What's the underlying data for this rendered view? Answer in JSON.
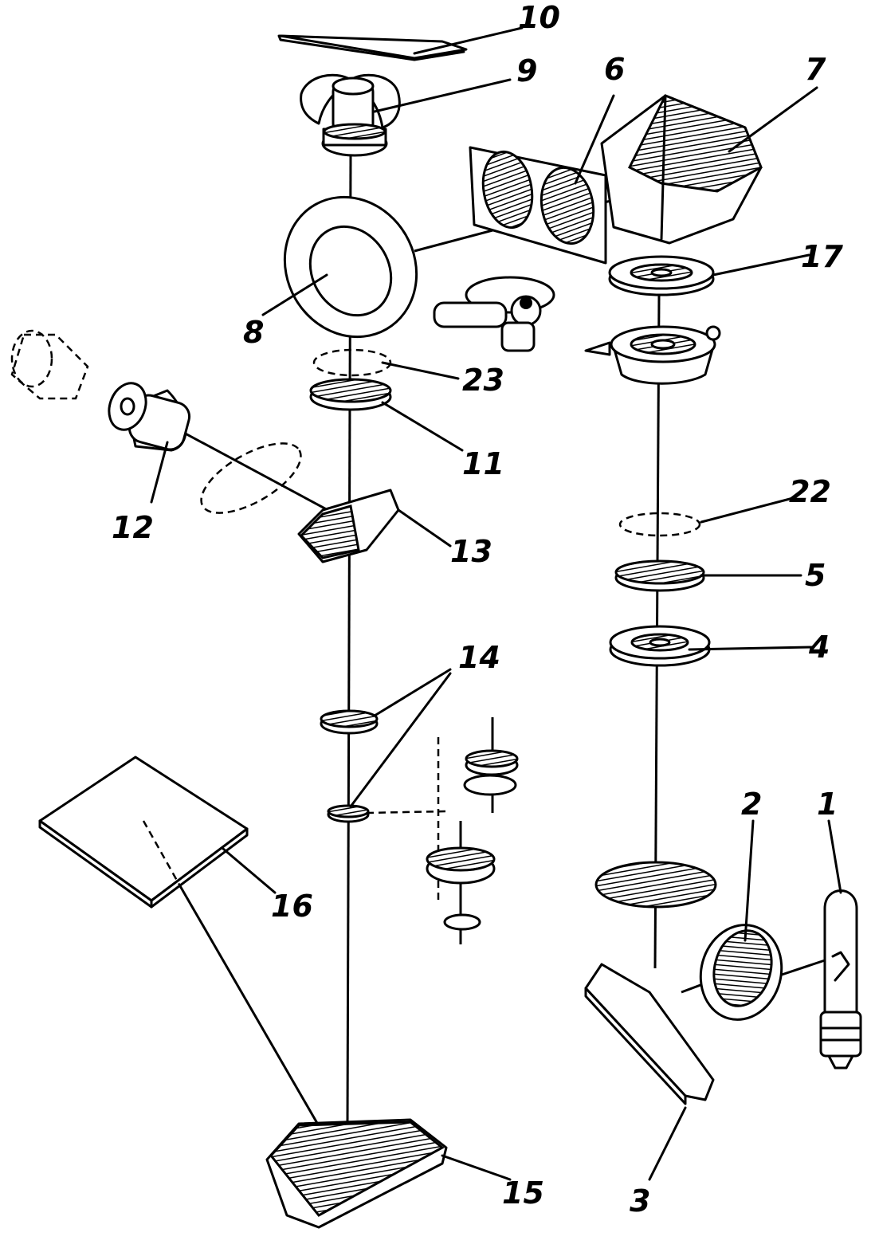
{
  "labels": {
    "l1": "1",
    "l2": "2",
    "l3": "3",
    "l4": "4",
    "l5": "5",
    "l6": "6",
    "l7": "7",
    "l8": "8",
    "l9": "9",
    "l10": "10",
    "l11": "11",
    "l12": "12",
    "l13": "13",
    "l14": "14",
    "l15": "15",
    "l16": "16",
    "l17": "17",
    "l22": "22",
    "l23": "23"
  }
}
